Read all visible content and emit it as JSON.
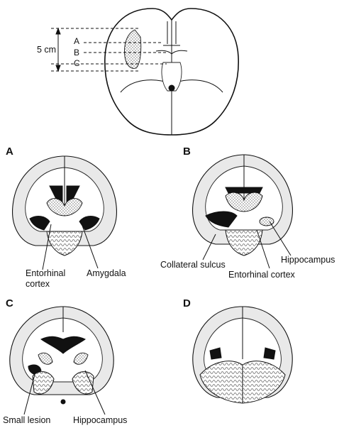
{
  "top_diagram": {
    "letters": [
      "A",
      "B",
      "C"
    ],
    "scale_label": "5 cm"
  },
  "panels": {
    "A": {
      "letter": "A",
      "labels": [
        "Entorhinal",
        "cortex",
        "Amygdala"
      ]
    },
    "B": {
      "letter": "B",
      "labels": [
        "Collateral sulcus",
        "Entorhinal cortex",
        "Hippocampus"
      ]
    },
    "C": {
      "letter": "C",
      "labels": [
        "Small lesion",
        "Hippocampus"
      ]
    },
    "D": {
      "letter": "D",
      "labels": []
    }
  },
  "colors": {
    "ink": "#111111",
    "cortex_fill": "#e9e9e9",
    "background": "#ffffff"
  }
}
